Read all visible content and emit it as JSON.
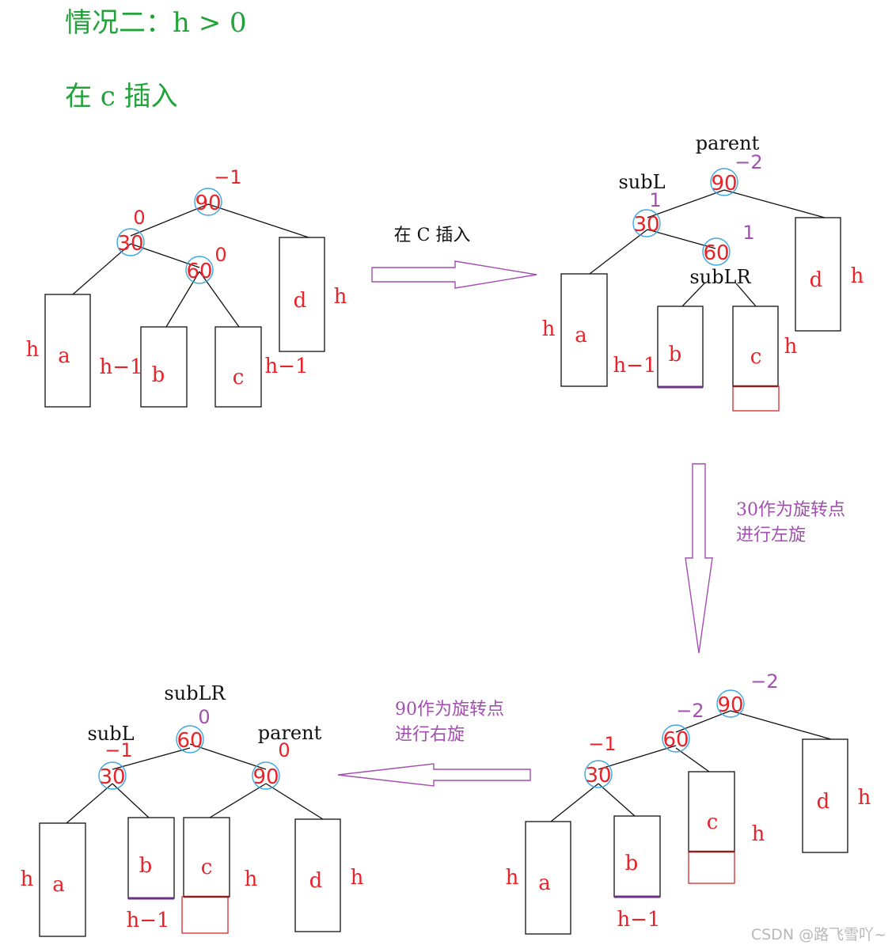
{
  "title_line1": "情况二：h > 0",
  "title_line2": "在 c 插入",
  "arrow1_label": "在 C 插入",
  "arrow2_note": [
    "30作为旋转点",
    "进行左旋"
  ],
  "arrow3_note": [
    "90作为旋转点",
    "进行右旋"
  ],
  "watermark": "CSDN @路飞雪吖~",
  "colors": {
    "title": "#21a33a",
    "red": "#e8232a",
    "purple": "#a24fb0",
    "circle": "#3aa6e0"
  },
  "trees": [
    {
      "name": "tree1",
      "nodes": [
        {
          "value": "90",
          "balance": "−1"
        },
        {
          "value": "30",
          "balance": "0"
        },
        {
          "value": "60",
          "balance": "0"
        }
      ],
      "boxes": [
        "a",
        "b",
        "c",
        "d"
      ],
      "heights": [
        "h",
        "h−1",
        "h−1",
        "h"
      ]
    },
    {
      "name": "tree2",
      "labels": [
        "parent",
        "subL",
        "subLR"
      ],
      "nodes": [
        {
          "value": "90",
          "balance": "−2"
        },
        {
          "value": "30",
          "balance": "1"
        },
        {
          "value": "60",
          "balance": "1"
        }
      ],
      "boxes": [
        "a",
        "b",
        "c",
        "d"
      ],
      "heights": [
        "h",
        "h−1",
        "h",
        "h"
      ]
    },
    {
      "name": "tree3",
      "nodes": [
        {
          "value": "90",
          "balance": "−2"
        },
        {
          "value": "60",
          "balance": "−2"
        },
        {
          "value": "30",
          "balance": "−1"
        }
      ],
      "boxes": [
        "a",
        "b",
        "c",
        "d"
      ],
      "heights": [
        "h",
        "h−1",
        "h",
        "h"
      ]
    },
    {
      "name": "tree4",
      "labels": [
        "subLR",
        "subL",
        "parent"
      ],
      "nodes": [
        {
          "value": "60",
          "balance": "0"
        },
        {
          "value": "30",
          "balance": "−1"
        },
        {
          "value": "90",
          "balance": "0"
        }
      ],
      "boxes": [
        "a",
        "b",
        "c",
        "d"
      ],
      "heights": [
        "h",
        "h−1",
        "h",
        "h"
      ]
    }
  ]
}
